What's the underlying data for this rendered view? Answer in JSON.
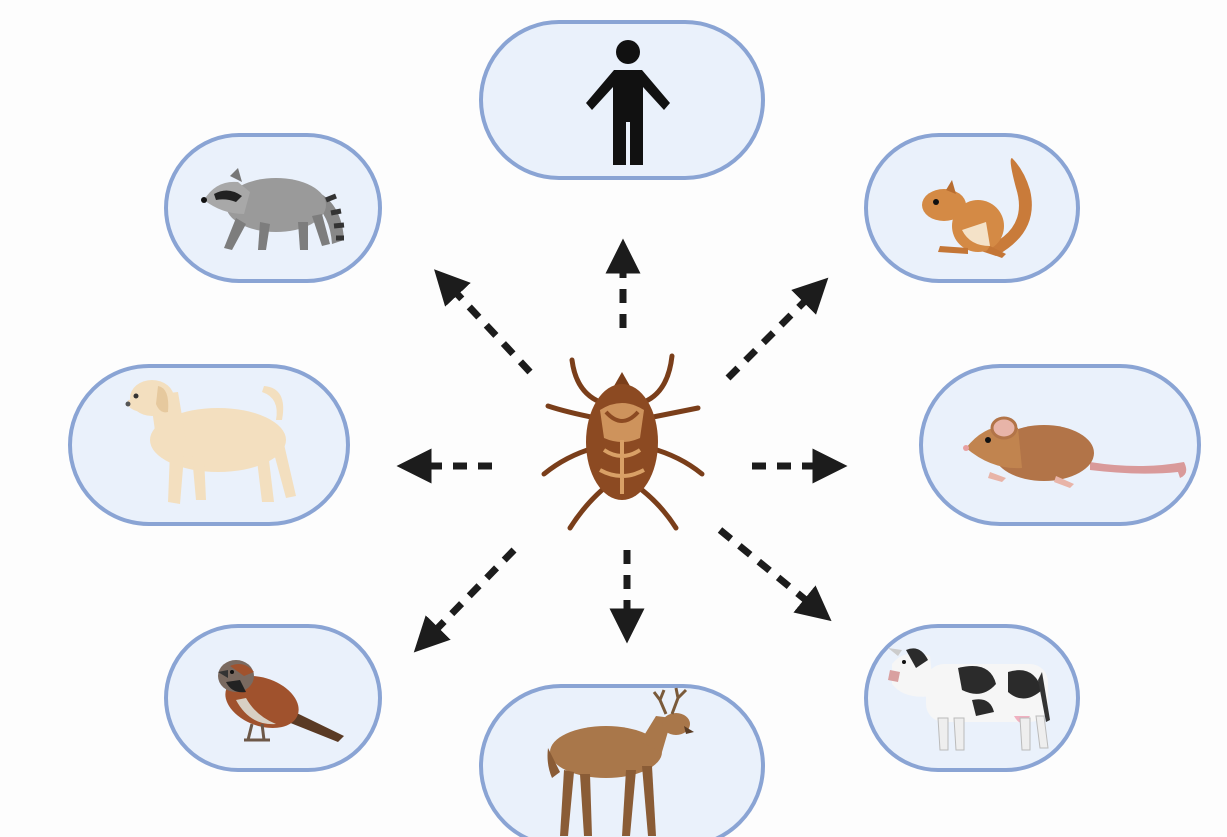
{
  "diagram": {
    "center": {
      "icon": "tick-icon"
    },
    "hosts": [
      {
        "id": "human",
        "icon": "human-icon"
      },
      {
        "id": "raccoon",
        "icon": "raccoon-icon"
      },
      {
        "id": "squirrel",
        "icon": "squirrel-icon"
      },
      {
        "id": "dog",
        "icon": "dog-icon"
      },
      {
        "id": "mouse",
        "icon": "mouse-icon"
      },
      {
        "id": "sparrow",
        "icon": "sparrow-icon"
      },
      {
        "id": "deer",
        "icon": "deer-icon"
      },
      {
        "id": "cow",
        "icon": "cow-icon"
      }
    ],
    "arrow_style": "dashed",
    "colors": {
      "bubble_fill": "#eaf1fb",
      "bubble_border": "#8aa4d4",
      "arrow": "#1c1c1c",
      "tick_body": "#8c4a22",
      "tick_pattern": "#d9a066"
    }
  }
}
